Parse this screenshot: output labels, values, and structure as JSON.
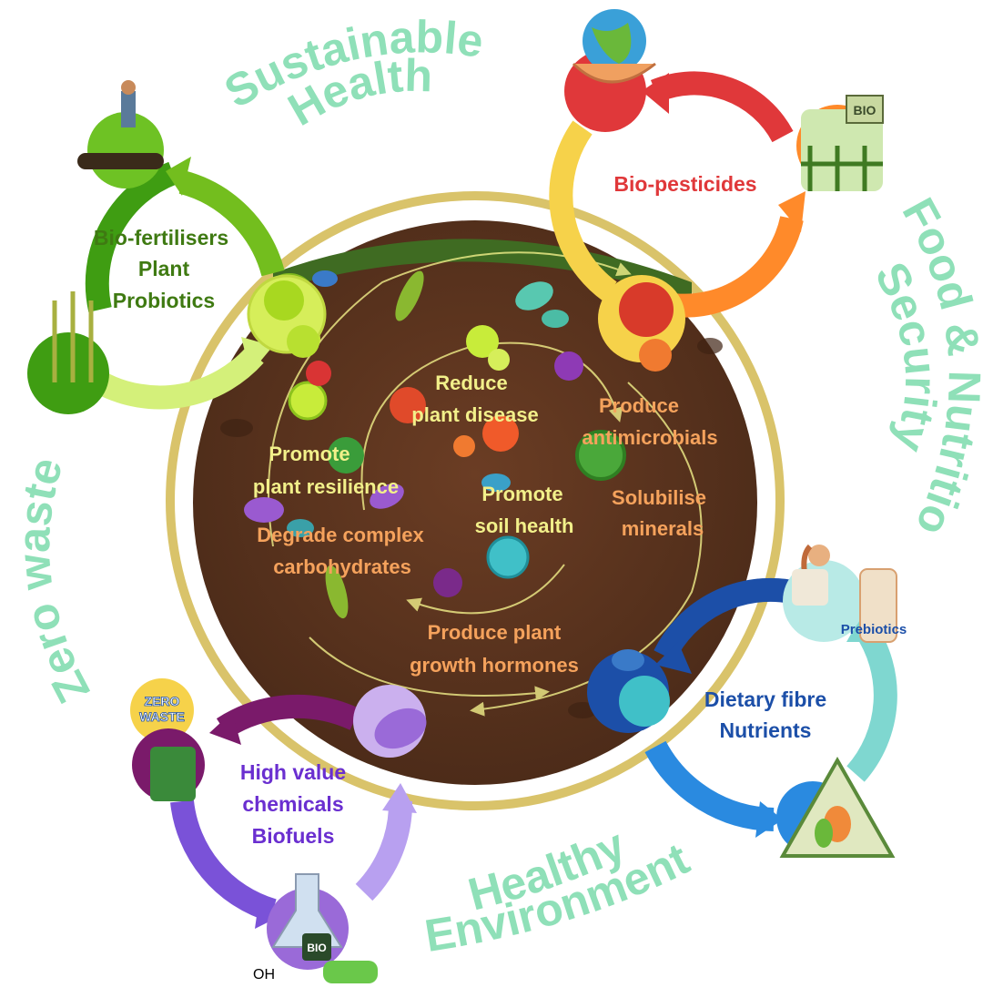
{
  "themes": {
    "sustainable_health": [
      "Sustainable",
      "Health"
    ],
    "food_nutrition": [
      "Food & Nutrition",
      "Security"
    ],
    "healthy_environment": [
      "Healthy",
      "Environment"
    ],
    "zero_waste": "Zero waste"
  },
  "cycles": {
    "bio_fertilisers": [
      "Bio-fertilisers",
      "Plant",
      "Probiotics"
    ],
    "bio_pesticides": "Bio-pesticides",
    "dietary": [
      "Dietary fibre",
      "Nutrients"
    ],
    "prebiotics": "Prebiotics",
    "high_value": [
      "High value",
      "chemicals",
      "Biofuels"
    ]
  },
  "soil_functions": {
    "reduce_disease": [
      "Reduce",
      "plant disease"
    ],
    "produce_antimicrobials": [
      "Produce",
      "antimicrobials"
    ],
    "promote_resilience": [
      "Promote",
      "plant resilience"
    ],
    "promote_soil_health": [
      "Promote",
      "soil health"
    ],
    "solubilise_minerals": [
      "Solubilise",
      "minerals"
    ],
    "degrade_carbohydrates": [
      "Degrade complex",
      "carbohydrates"
    ],
    "growth_hormones": [
      "Produce plant",
      "growth hormones"
    ]
  },
  "icons": {
    "zero_waste_badge": [
      "ZERO",
      "WASTE"
    ],
    "bio_sign": "BIO",
    "bio_barrel": "BIO",
    "oh_group": "OH"
  },
  "colors": {
    "theme_text": "#8fe0b8",
    "soil": "#5a3320",
    "gold_ring": "#d9c36a",
    "fertiliser_green": "#5fae1a",
    "pesticide_red": "#e0383a",
    "pesticide_orange": "#ff8a2a",
    "dietary_blue": "#1c4fa8",
    "prebiotic_cyan": "#7fd7d0",
    "chemical_purple": "#6a2fd0",
    "soil_label_yellow": "#f2f08a",
    "soil_label_orange": "#f5a25c"
  }
}
